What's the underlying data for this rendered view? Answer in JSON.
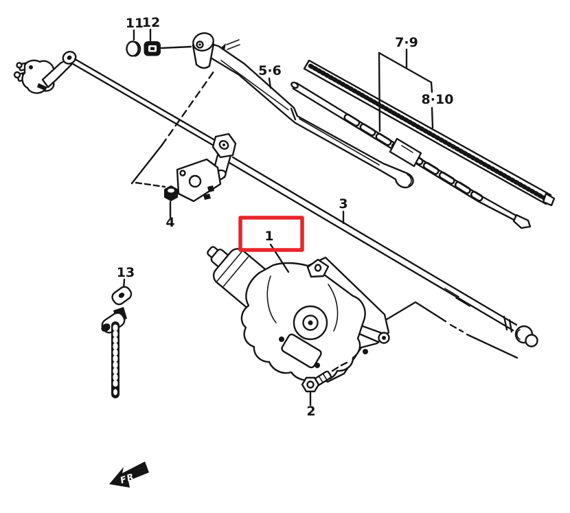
{
  "callouts": {
    "c1": "1",
    "c2": "2",
    "c3": "3",
    "c4": "4",
    "c5_6": "5·6",
    "c7_9": "7·9",
    "c8_10": "8·10",
    "c11": "11",
    "c12": "12",
    "c13": "13"
  },
  "direction_indicator": {
    "text": "FR"
  },
  "highlight": {
    "target_callout": "1",
    "color": "#e8252a"
  },
  "colors": {
    "line": "#151515",
    "background": "#ffffff"
  }
}
